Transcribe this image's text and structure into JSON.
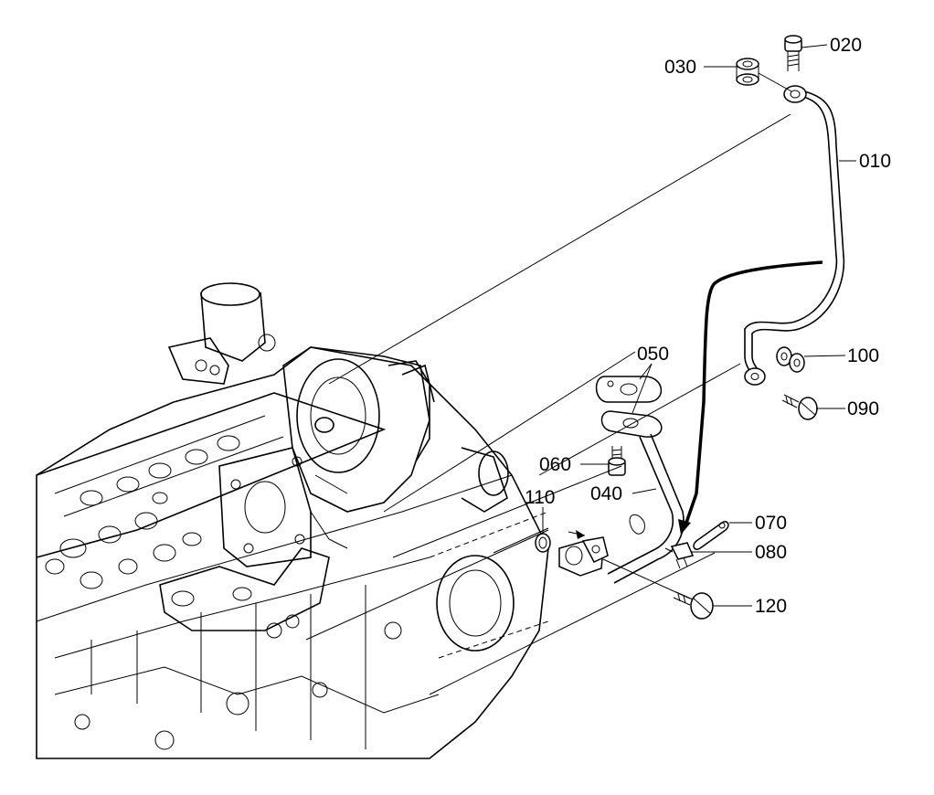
{
  "labels": {
    "l010": "010",
    "l020": "020",
    "l030": "030",
    "l040": "040",
    "l050": "050",
    "l060": "060",
    "l070": "070",
    "l080": "080",
    "l090": "090",
    "l100": "100",
    "l110": "110",
    "l120": "120"
  }
}
